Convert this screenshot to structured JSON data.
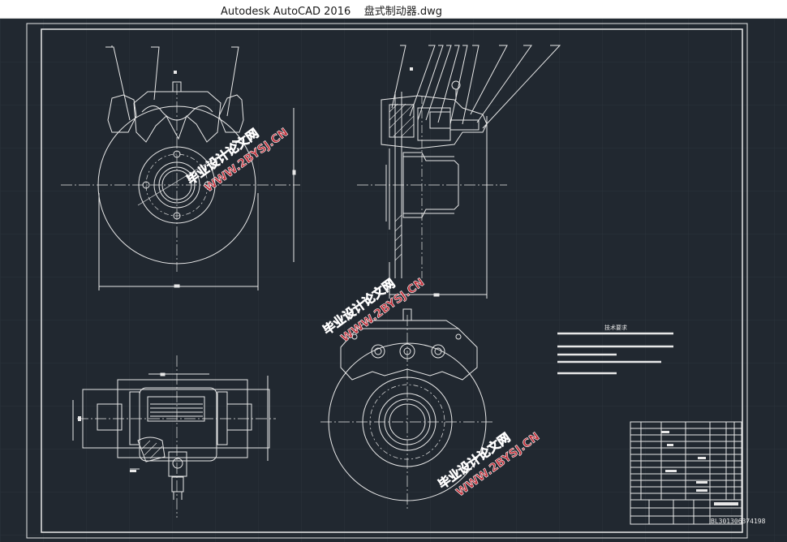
{
  "window": {
    "app_title": "Autodesk AutoCAD 2016",
    "file_name": "盘式制动器.dwg"
  },
  "tech_requirements_title": "技术要求",
  "title_block": {
    "drawing_number": "BL301306374198"
  },
  "watermarks": [
    {
      "cn": "毕业设计论文网",
      "url": "WWW.2BYSJ.CN"
    },
    {
      "cn": "毕业设计论文网",
      "url": "WWW.2BYSJ.CN"
    },
    {
      "cn": "毕业设计论文网",
      "url": "WWW.2BYSJ.CN"
    }
  ],
  "colors": {
    "background": "#212830",
    "line": "#e8e8e8",
    "watermark": "#c0303a",
    "titlebar": "#ffffff"
  }
}
